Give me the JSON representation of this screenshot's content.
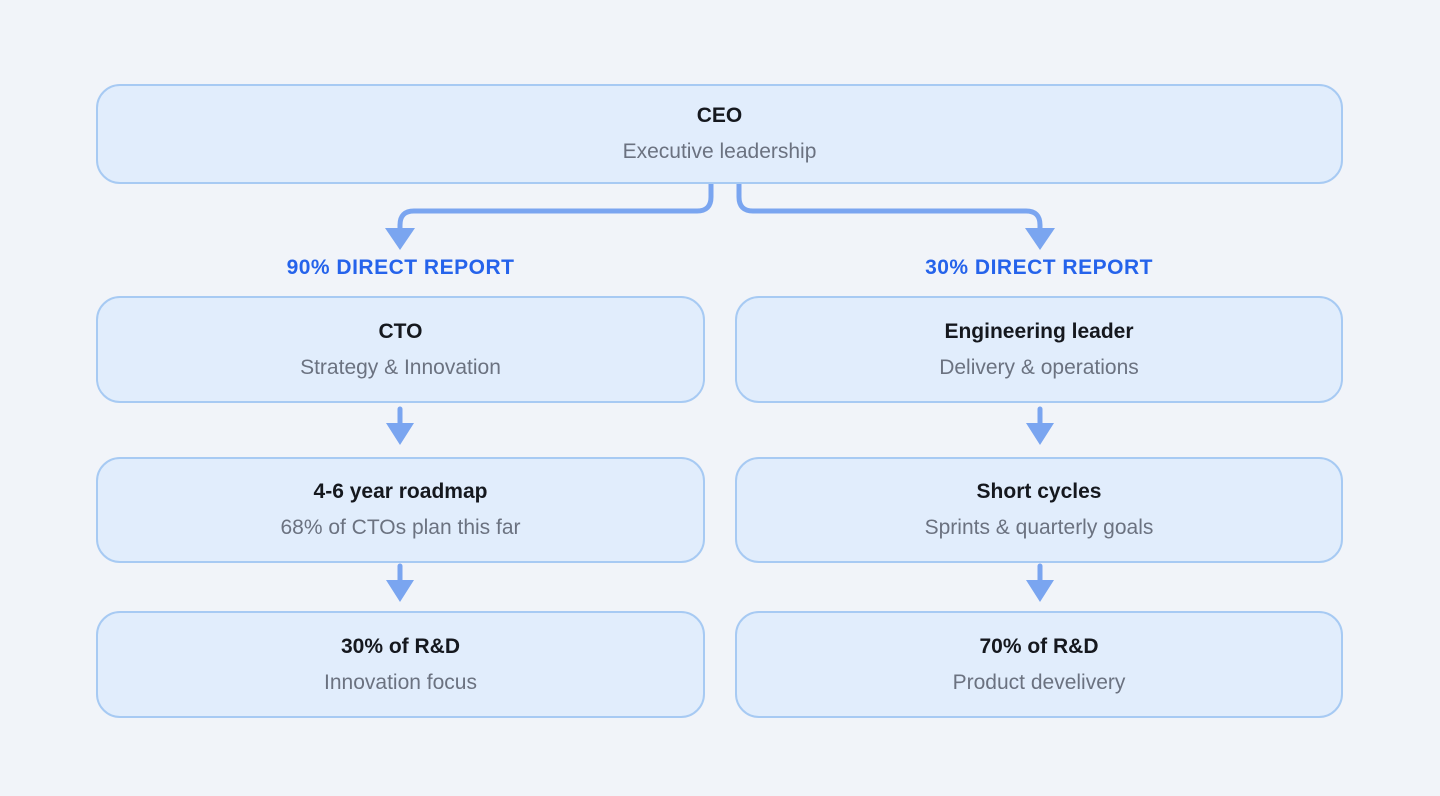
{
  "colors": {
    "page_background": "#F1F4F9",
    "node_fill": "#E1EDFC",
    "node_border": "#A7CAF3",
    "connector_blue": "#7AA5F0",
    "label_blue": "#2563EB",
    "title_text": "#15181E",
    "subtitle_text": "#6B7280"
  },
  "org_chart": {
    "root": {
      "title": "CEO",
      "subtitle": "Executive leadership"
    },
    "branches": [
      {
        "label": "90% DIRECT REPORT",
        "nodes": [
          {
            "title": "CTO",
            "subtitle": "Strategy & Innovation"
          },
          {
            "title": "4-6 year roadmap",
            "subtitle": "68% of CTOs plan this far"
          },
          {
            "title": "30% of R&D",
            "subtitle": "Innovation focus"
          }
        ]
      },
      {
        "label": "30% DIRECT REPORT",
        "nodes": [
          {
            "title": "Engineering leader",
            "subtitle": "Delivery & operations"
          },
          {
            "title": "Short cycles",
            "subtitle": "Sprints & quarterly goals"
          },
          {
            "title": "70% of R&D",
            "subtitle": "Product develivery"
          }
        ]
      }
    ]
  }
}
